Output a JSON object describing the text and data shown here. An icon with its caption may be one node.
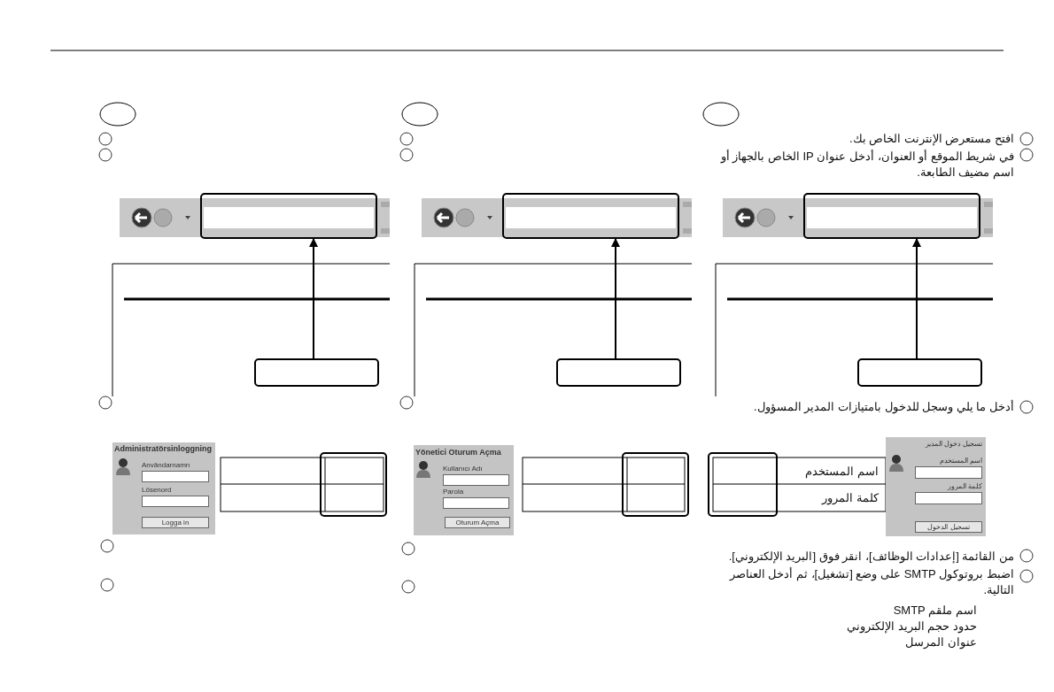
{
  "diagram": {
    "nodes": [
      {
        "text": [],
        "shape": "box"
      },
      {
        "text": [],
        "shape": "box"
      },
      {
        "text": [],
        "shape": "box"
      },
      {
        "text": [],
        "shape": "box"
      },
      {
        "text": [],
        "shape": "box"
      },
      {
        "text": [],
        "shape": "box"
      }
    ],
    "edges": [
      {
        "from": 3,
        "to": 0,
        "arrow": "to"
      },
      {
        "from": 4,
        "to": 1,
        "arrow": "to"
      },
      {
        "from": 5,
        "to": 2,
        "arrow": "to"
      }
    ],
    "labels": [
      "Administratörsinloggning",
      "Användarnamn",
      "Lösenord",
      "Logga in",
      "Yönetici Oturum Açma",
      "Kullanıcı Adı",
      "Parola",
      "Oturum Açma",
      "افتح مستعرض الإنترنت الخاص بك.",
      "في شريط الموقع أو العنوان، أدخل عنوان IP الخاص بالجهاز أو اسم مضيف الطابعة.",
      "أدخل ما يلي وسجل للدخول بامتيازات المدير المسؤول.",
      "اسم المستخدم",
      "كلمة المرور",
      "تسجيل دخول المدير",
      "اسم المستخدم",
      "كلمة المرور",
      "تسجيل الدخول",
      "من القائمة [إعدادات الوظائف]، انقر فوق [البريد الإلكتروني].",
      "اضبط بروتوكول SMTP على وضع [تشغيل]، ثم أدخل العناصر التالية.",
      "اسم ملقم SMTP",
      "حدود حجم البريد الإلكتروني",
      "عنوان المرسل"
    ]
  }
}
